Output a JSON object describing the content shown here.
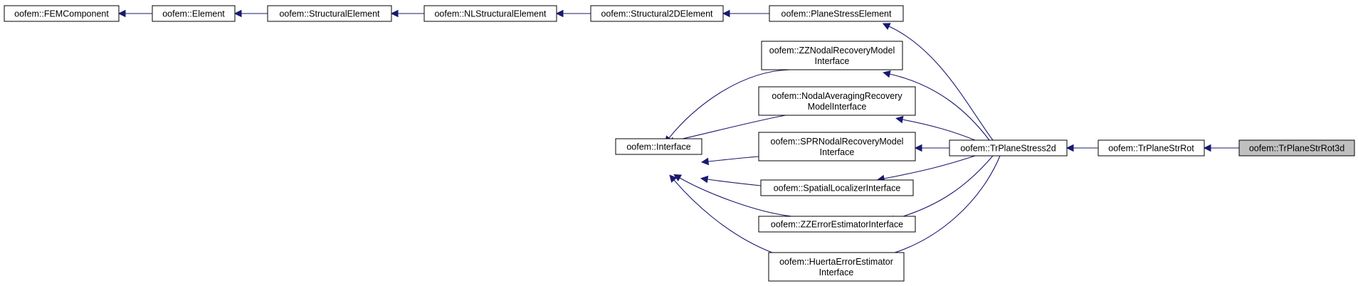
{
  "diagram": {
    "kind": "class-inheritance-graph",
    "colors": {
      "edge": "#191970",
      "node_border": "#000000",
      "node_fill": "#ffffff",
      "highlight_fill": "#bfbfbf"
    },
    "nodes": [
      {
        "id": "fem",
        "lines": [
          "oofem::FEMComponent"
        ]
      },
      {
        "id": "element",
        "lines": [
          "oofem::Element"
        ]
      },
      {
        "id": "structural",
        "lines": [
          "oofem::StructuralElement"
        ]
      },
      {
        "id": "nlstructural",
        "lines": [
          "oofem::NLStructuralElement"
        ]
      },
      {
        "id": "structural2d",
        "lines": [
          "oofem::Structural2DElement"
        ]
      },
      {
        "id": "planestress",
        "lines": [
          "oofem::PlaneStressElement"
        ]
      },
      {
        "id": "zznodal",
        "lines": [
          "oofem::ZZNodalRecoveryModel",
          "Interface"
        ]
      },
      {
        "id": "nodalavg",
        "lines": [
          "oofem::NodalAveragingRecovery",
          "ModelInterface"
        ]
      },
      {
        "id": "sprnodal",
        "lines": [
          "oofem::SPRNodalRecoveryModel",
          "Interface"
        ]
      },
      {
        "id": "spatial",
        "lines": [
          "oofem::SpatialLocalizerInterface"
        ]
      },
      {
        "id": "zzerror",
        "lines": [
          "oofem::ZZErrorEstimatorInterface"
        ]
      },
      {
        "id": "huerta",
        "lines": [
          "oofem::HuertaErrorEstimator",
          "Interface"
        ]
      },
      {
        "id": "interface",
        "lines": [
          "oofem::Interface"
        ]
      },
      {
        "id": "trplanestress2d",
        "lines": [
          "oofem::TrPlaneStress2d"
        ]
      },
      {
        "id": "trplanestrrot",
        "lines": [
          "oofem::TrPlaneStrRot"
        ]
      },
      {
        "id": "trplanestrrot3d",
        "lines": [
          "oofem::TrPlaneStrRot3d"
        ],
        "highlight": true
      }
    ],
    "edges": [
      {
        "from": "element",
        "to": "fem"
      },
      {
        "from": "structural",
        "to": "element"
      },
      {
        "from": "nlstructural",
        "to": "structural"
      },
      {
        "from": "structural2d",
        "to": "nlstructural"
      },
      {
        "from": "planestress",
        "to": "structural2d"
      },
      {
        "from": "trplanestress2d",
        "to": "planestress"
      },
      {
        "from": "trplanestress2d",
        "to": "zznodal"
      },
      {
        "from": "trplanestress2d",
        "to": "nodalavg"
      },
      {
        "from": "trplanestress2d",
        "to": "sprnodal"
      },
      {
        "from": "trplanestress2d",
        "to": "spatial"
      },
      {
        "from": "trplanestress2d",
        "to": "zzerror"
      },
      {
        "from": "trplanestress2d",
        "to": "huerta"
      },
      {
        "from": "zznodal",
        "to": "interface"
      },
      {
        "from": "nodalavg",
        "to": "interface"
      },
      {
        "from": "sprnodal",
        "to": "interface"
      },
      {
        "from": "spatial",
        "to": "interface"
      },
      {
        "from": "zzerror",
        "to": "interface"
      },
      {
        "from": "huerta",
        "to": "interface"
      },
      {
        "from": "trplanestrrot",
        "to": "trplanestress2d"
      },
      {
        "from": "trplanestrrot3d",
        "to": "trplanestrrot"
      }
    ]
  }
}
